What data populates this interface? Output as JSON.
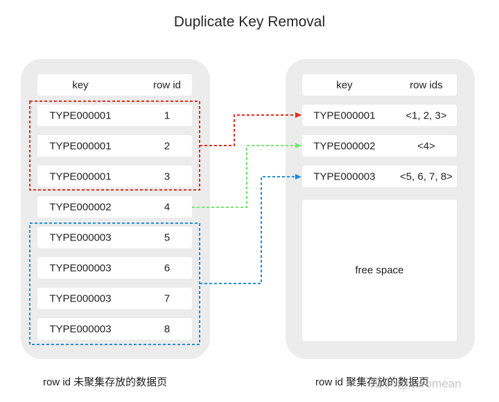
{
  "title": "Duplicate Key Removal",
  "left_panel": {
    "header": {
      "key": "key",
      "id": "row id"
    },
    "rows": [
      {
        "key": "TYPE000001",
        "id": "1"
      },
      {
        "key": "TYPE000001",
        "id": "2"
      },
      {
        "key": "TYPE000001",
        "id": "3"
      },
      {
        "key": "TYPE000002",
        "id": "4"
      },
      {
        "key": "TYPE000003",
        "id": "5"
      },
      {
        "key": "TYPE000003",
        "id": "6"
      },
      {
        "key": "TYPE000003",
        "id": "7"
      },
      {
        "key": "TYPE000003",
        "id": "8"
      }
    ],
    "caption": "row id 未聚集存放的数据页"
  },
  "right_panel": {
    "header": {
      "key": "key",
      "ids": "row ids"
    },
    "rows": [
      {
        "key": "TYPE000001",
        "ids": "<1, 2, 3>"
      },
      {
        "key": "TYPE000002",
        "ids": "<4>"
      },
      {
        "key": "TYPE000003",
        "ids": "<5, 6, 7, 8>"
      }
    ],
    "free_space": "free space",
    "caption": "row id 聚集存放的数据页"
  },
  "watermark": "知乎 @zeromean",
  "colors": {
    "group1": "#e8291c",
    "group2": "#6fe86a",
    "group3": "#1f8fe0",
    "panel": "#ececec"
  }
}
